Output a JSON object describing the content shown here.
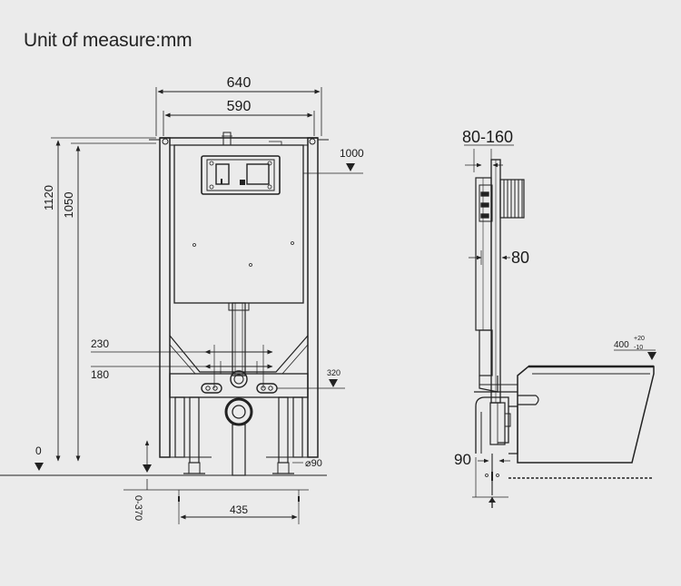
{
  "title": "Unit of measure:mm",
  "front": {
    "width_outer": "640",
    "width_inner": "590",
    "height_total": "1120",
    "height_frame": "1050",
    "button_height": "1000",
    "outlet_spacing_upper": "230",
    "outlet_spacing_lower": "180",
    "bolt_height": "320",
    "drain_diameter": "⌀90",
    "floor_level": "0",
    "foot_adjust": "0-370",
    "feet_spacing": "435"
  },
  "side": {
    "depth_range": "80-160",
    "frame_depth": "80",
    "drain_offset": "90",
    "bowl_height": "400",
    "bowl_tol_plus": "+20",
    "bowl_tol_minus": "-10"
  }
}
